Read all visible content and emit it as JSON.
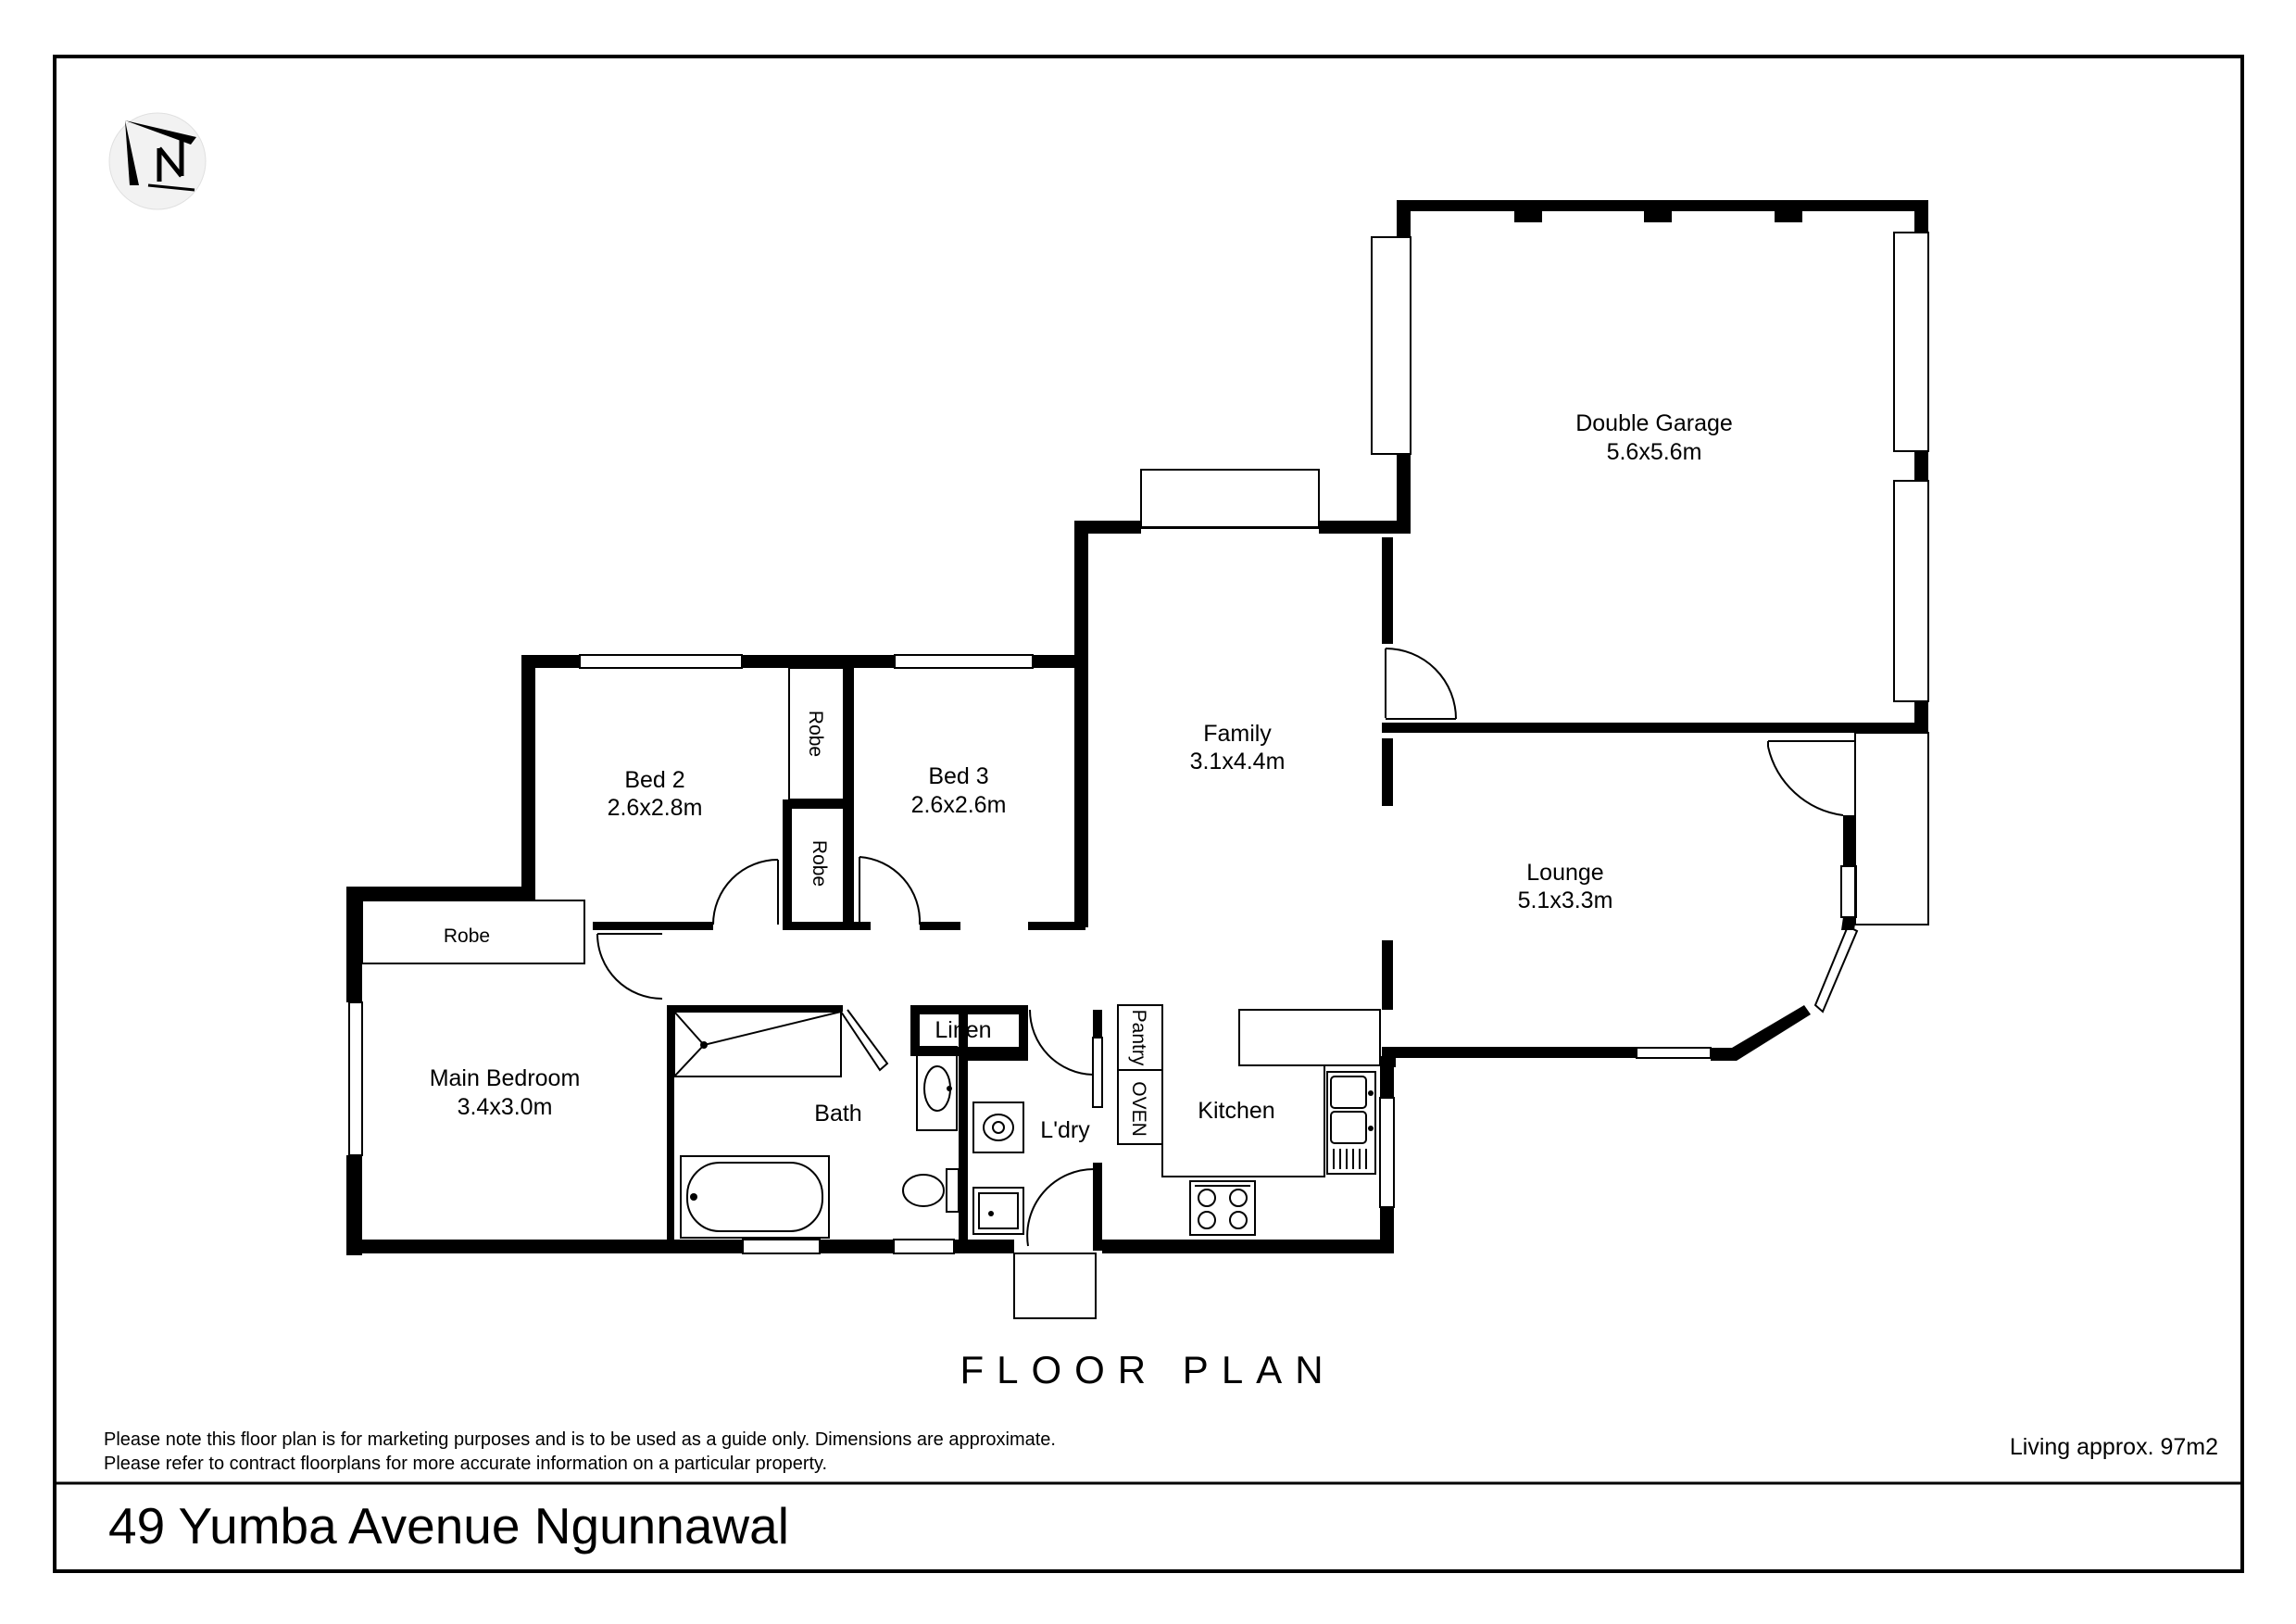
{
  "plan": {
    "title": "FLOOR PLAN",
    "disclaimer_lines": [
      "Please note this floor plan is for marketing purposes and is to be used as a guide only. Dimensions are approximate.",
      "Please refer to contract floorplans for more accurate information on a particular property."
    ],
    "living_area": "Living approx. 97m2",
    "address": "49 Yumba Avenue Ngunnawal"
  },
  "rooms": {
    "double_garage": {
      "name": "Double Garage",
      "size": "5.6x5.6m"
    },
    "family": {
      "name": "Family",
      "size": "3.1x4.4m"
    },
    "lounge": {
      "name": "Lounge",
      "size": "5.1x3.3m"
    },
    "bed2": {
      "name": "Bed 2",
      "size": "2.6x2.8m"
    },
    "bed3": {
      "name": "Bed 3",
      "size": "2.6x2.6m"
    },
    "main_bedroom": {
      "name": "Main Bedroom",
      "size": "3.4x3.0m"
    },
    "bath": {
      "name": "Bath"
    },
    "laundry": {
      "name": "L'dry"
    },
    "kitchen": {
      "name": "Kitchen"
    },
    "linen": {
      "name": "Linen"
    },
    "robe_bed2": {
      "name": "Robe"
    },
    "robe_bed3": {
      "name": "Robe"
    },
    "robe_main": {
      "name": "Robe"
    },
    "pantry": {
      "name": "Pantry"
    },
    "oven": {
      "name": "OVEN"
    }
  },
  "icons": {
    "compass": "north-arrow-icon"
  },
  "colors": {
    "ink": "#000000",
    "paper": "#ffffff"
  }
}
